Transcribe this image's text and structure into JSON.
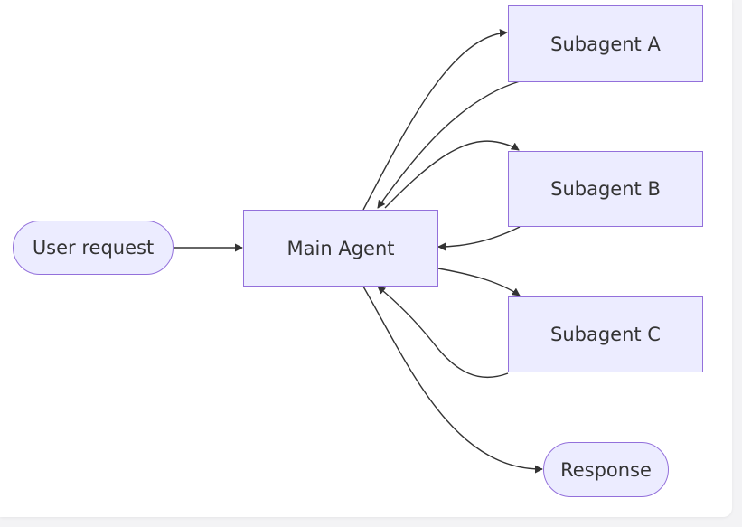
{
  "diagram": {
    "nodes": {
      "user_request": "User request",
      "main_agent": "Main Agent",
      "subagent_a": "Subagent A",
      "subagent_b": "Subagent B",
      "subagent_c": "Subagent C",
      "response": "Response"
    },
    "edges": [
      {
        "from": "User request",
        "to": "Main Agent"
      },
      {
        "from": "Main Agent",
        "to": "Subagent A"
      },
      {
        "from": "Subagent A",
        "to": "Main Agent"
      },
      {
        "from": "Main Agent",
        "to": "Subagent B"
      },
      {
        "from": "Subagent B",
        "to": "Main Agent"
      },
      {
        "from": "Main Agent",
        "to": "Subagent C"
      },
      {
        "from": "Subagent C",
        "to": "Main Agent"
      },
      {
        "from": "Main Agent",
        "to": "Response"
      }
    ],
    "colors": {
      "node_fill": "#ececff",
      "node_border": "#9370db",
      "edge": "#333333",
      "text": "#333333"
    }
  }
}
